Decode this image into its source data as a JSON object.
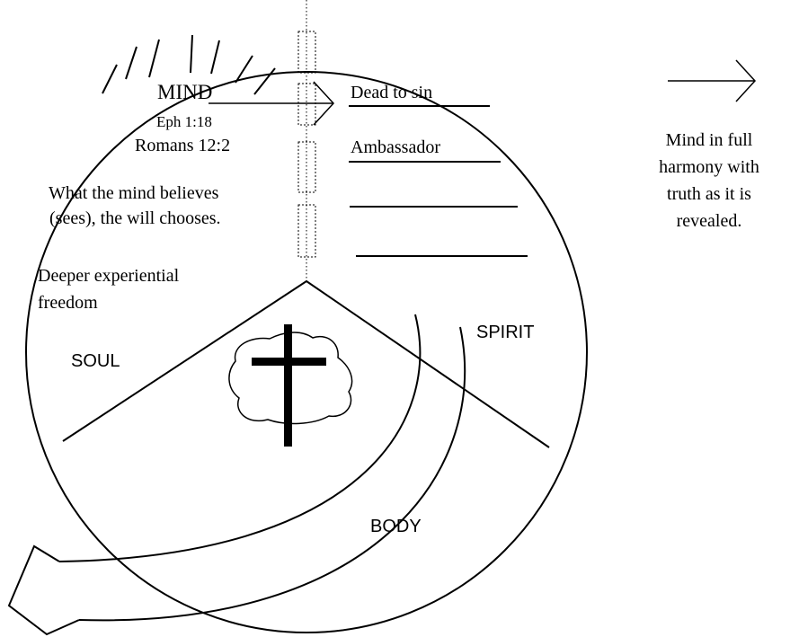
{
  "mind": {
    "heading": "MIND",
    "ref1": "Eph 1:18",
    "ref2": "Romans 12:2",
    "belief_line1": "What the mind believes",
    "belief_line2": "(sees), the will chooses.",
    "freedom_line1": "Deeper experiential",
    "freedom_line2": "freedom"
  },
  "spirit_list": [
    "Dead to sin",
    "Ambassador",
    "",
    ""
  ],
  "regions": {
    "soul": "SOUL",
    "spirit": "SPIRIT",
    "body": "BODY"
  },
  "note": {
    "line1": "Mind in full",
    "line2": "harmony with",
    "line3": "truth as it is",
    "line4": "revealed."
  }
}
